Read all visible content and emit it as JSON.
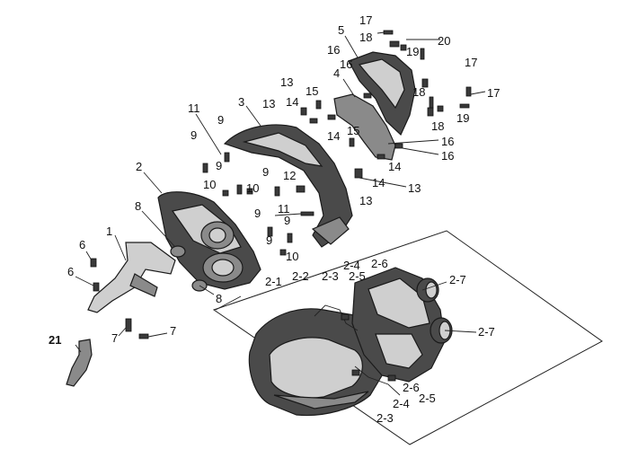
{
  "diagram": {
    "callouts": {
      "c1": "1",
      "c2": "2",
      "c3": "3",
      "c4": "4",
      "c5": "5",
      "c6a": "6",
      "c6b": "6",
      "c7a": "7",
      "c7b": "7",
      "c8a": "8",
      "c8b": "8",
      "c9a": "9",
      "c9b": "9",
      "c9c": "9",
      "c9d": "9",
      "c9e": "9",
      "c9f": "9",
      "c9g": "9",
      "c10a": "10",
      "c10b": "10",
      "c10c": "10",
      "c11a": "11",
      "c11b": "11",
      "c12": "12",
      "c13a": "13",
      "c13b": "13",
      "c13c": "13",
      "c13d": "13",
      "c14a": "14",
      "c14b": "14",
      "c14c": "14",
      "c14d": "14",
      "c15a": "15",
      "c15b": "15",
      "c16a": "16",
      "c16b": "16",
      "c16c": "16",
      "c16d": "16",
      "c17a": "17",
      "c17b": "17",
      "c17c": "17",
      "c18a": "18",
      "c18b": "18",
      "c18c": "18",
      "c19a": "19",
      "c19b": "19",
      "c20": "20",
      "c21": "21",
      "s21": "2-1",
      "s22": "2-2",
      "s23a": "2-3",
      "s23b": "2-3",
      "s24a": "2-4",
      "s24b": "2-4",
      "s25a": "2-5",
      "s25b": "2-5",
      "s26a": "2-6",
      "s26b": "2-6",
      "s27a": "2-7",
      "s27b": "2-7"
    }
  }
}
